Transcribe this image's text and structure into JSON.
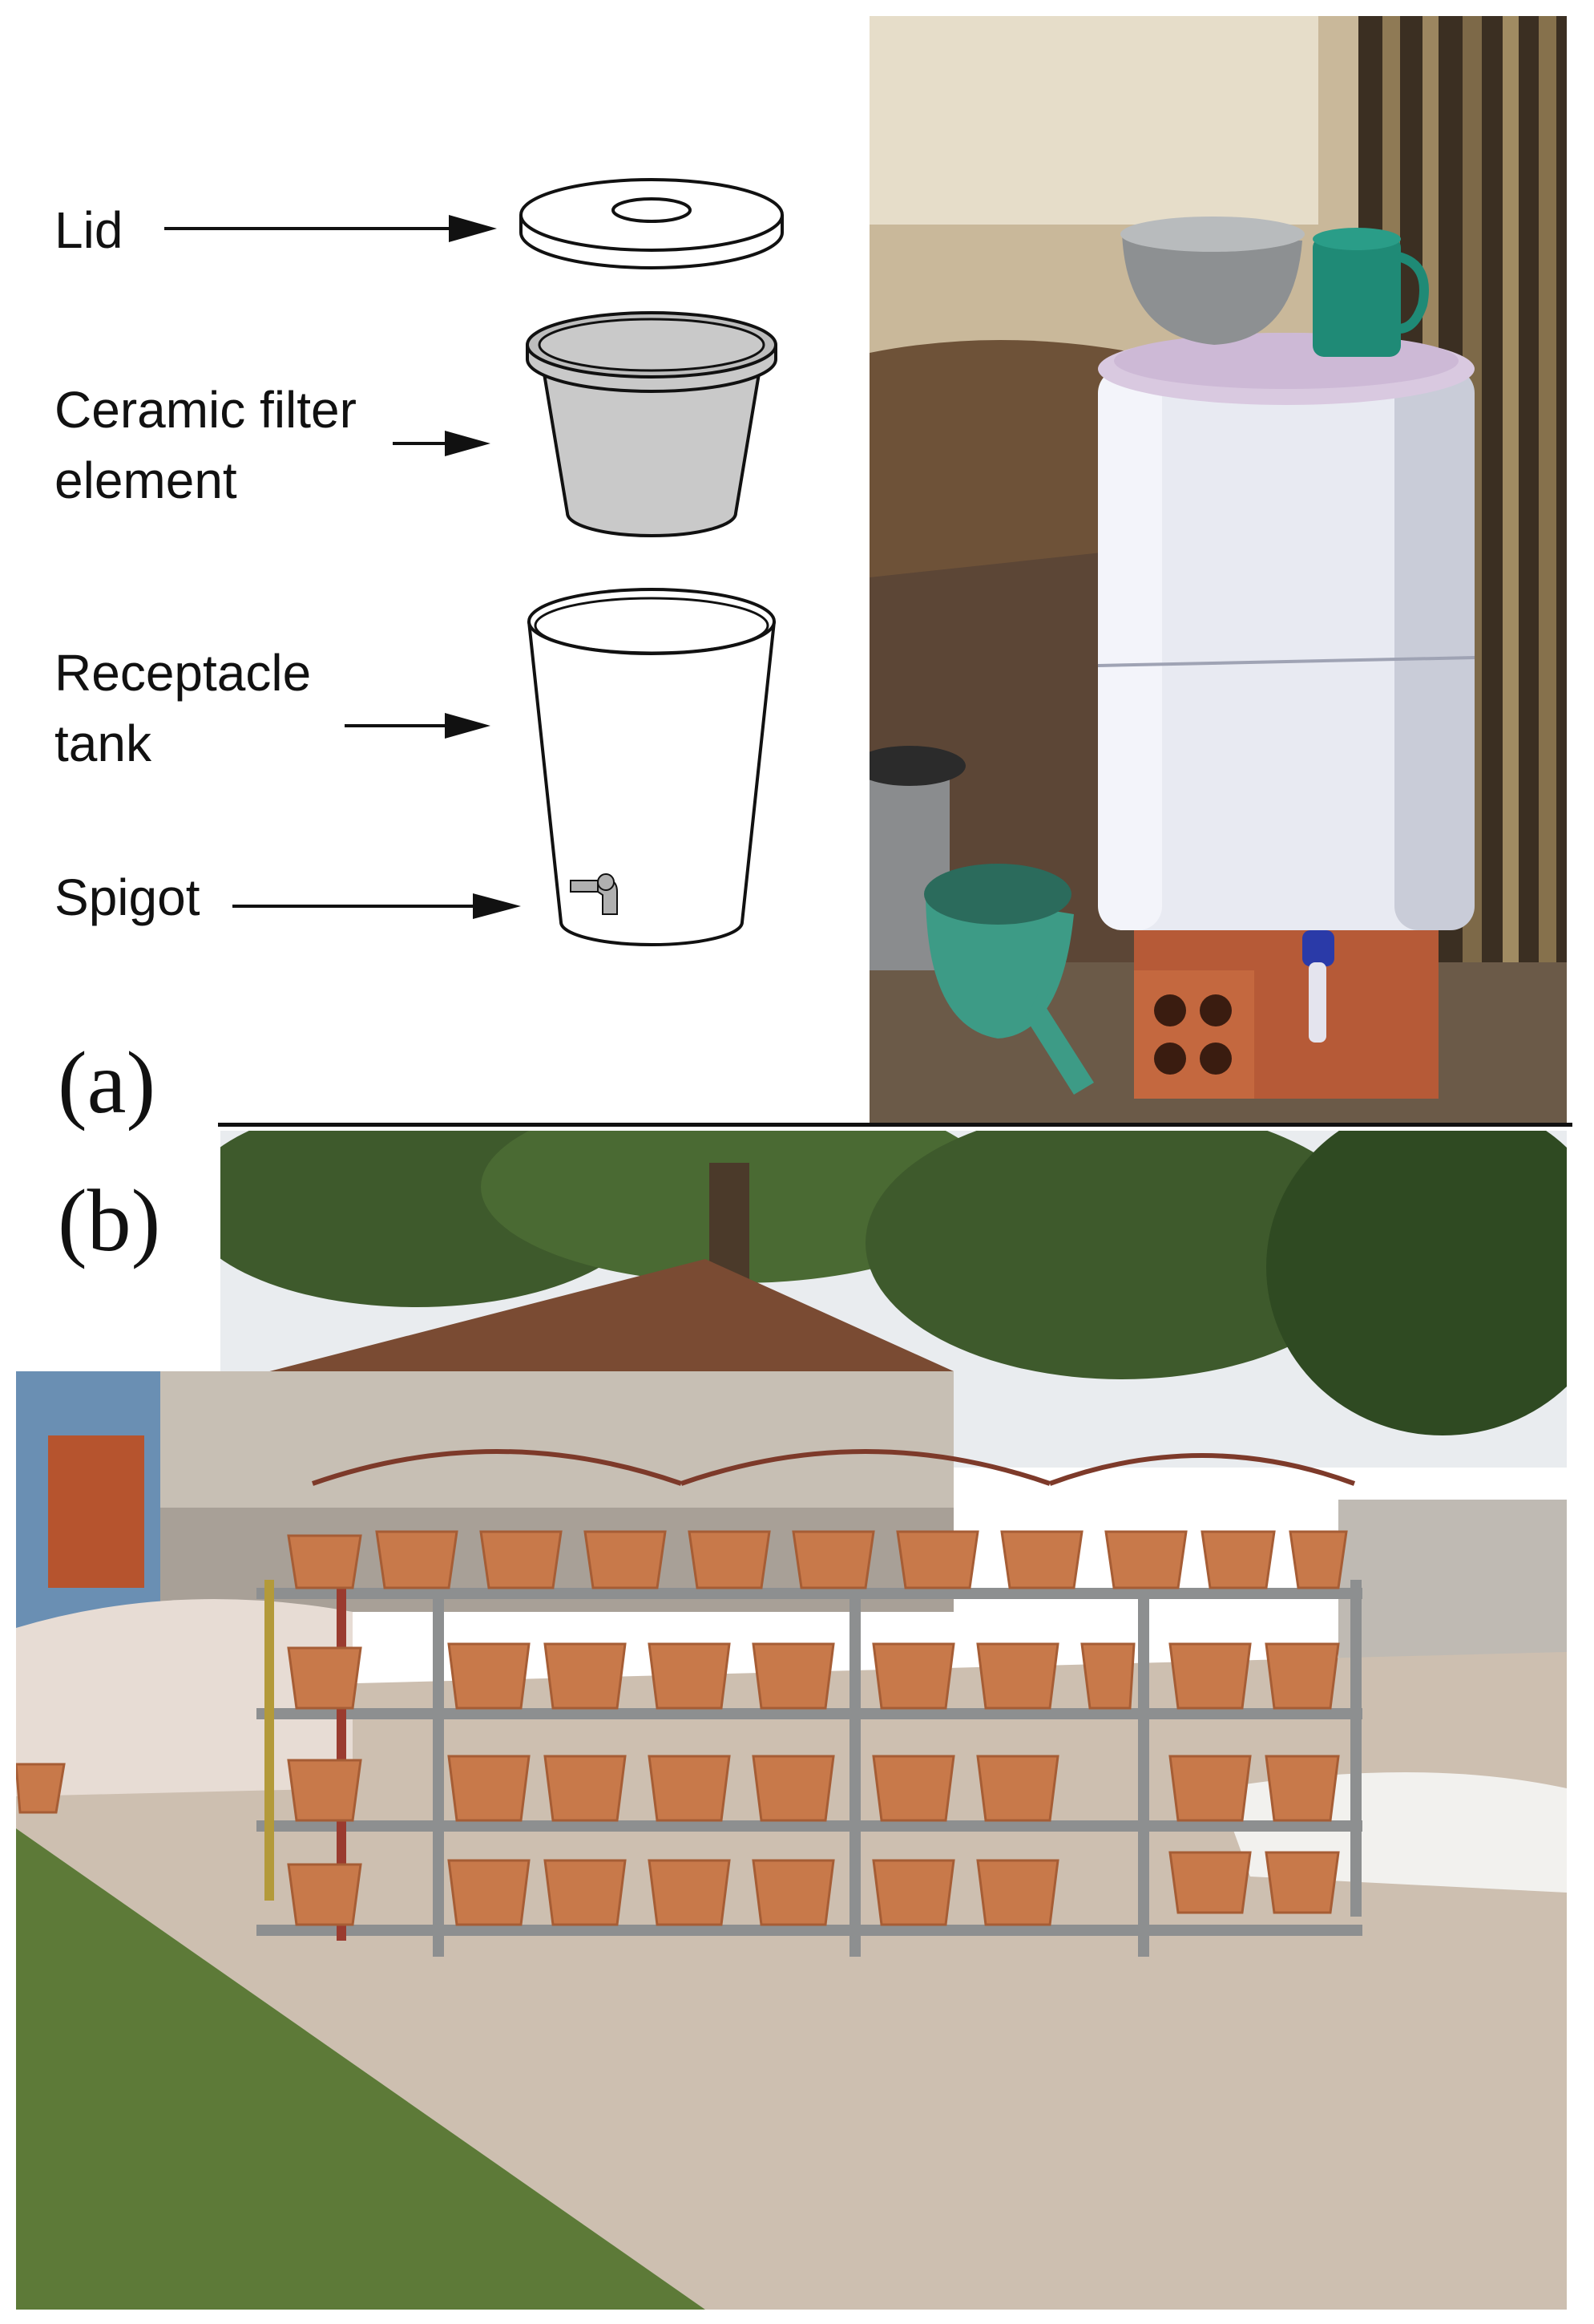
{
  "labels": {
    "lid": "Lid",
    "filter_line1": "Ceramic filter",
    "filter_line2": "element",
    "tank_line1": "Receptacle",
    "tank_line2": "tank",
    "spigot": "Spigot"
  },
  "panels": {
    "a": "(a)",
    "b": "(b)"
  },
  "colors": {
    "ink": "#111111",
    "ceramic_gray": "#c9c9c9",
    "terracotta": "#c8794a",
    "bucket_white": "#e8eaf2",
    "shelf_steel": "#8d8f90",
    "concrete": "#cdbfb0",
    "grass": "#5d7a38",
    "foliage": "#3e5a2c"
  }
}
